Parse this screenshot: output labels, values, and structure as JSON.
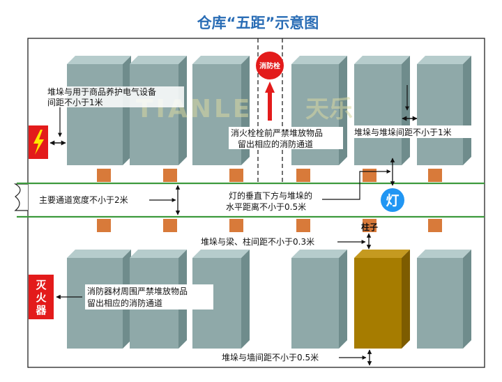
{
  "title": "仓库“五距”示意图",
  "watermark": {
    "latin": "TIANLE",
    "chinese": "天乐"
  },
  "labels": {
    "electrical_1": "堆垛与用于商品养护电气设备",
    "electrical_2": "间距不小于1米",
    "hydrant_badge": "消防栓",
    "hydrant_1": "消火栓栓前严禁堆放物品",
    "hydrant_2": "留出相应的消防通道",
    "stack_gap": "堆垛与堆垛间距不小于1米",
    "main_aisle": "主要通道宽度不小于2米",
    "lamp_1": "灯的垂直下方与堆垛的",
    "lamp_2": "水平距离不小于0.5米",
    "lamp_badge": "灯",
    "column_label": "柱子",
    "beam_gap": "堆垛与梁、柱间距不小于0.3米",
    "extinguisher_badge_1": "灭",
    "extinguisher_badge_2": "火",
    "extinguisher_badge_3": "器",
    "extinguisher_1": "消防器材周围严禁堆放物品",
    "extinguisher_2": "留出相应的消防通道",
    "wall_gap": "堆垛与墙间距不小于0.5米"
  },
  "colors": {
    "title": "#2a6db5",
    "stack_front": "#8fa9a9",
    "stack_side": "#6f8c8c",
    "stack_top": "#b6cccc",
    "column_front": "#a67c00",
    "column_side": "#7d5c00",
    "column_top": "#c59a20",
    "pillar_marker": "#d87a3a",
    "aisle_line": "#3d9a3d",
    "hydrant": "#e31b1b",
    "lamp": "#2196f3",
    "alert_box": "#e31b1b",
    "lightning": "#ffe600"
  },
  "icons": [
    "lightning-icon",
    "hydrant-icon",
    "lamp-icon",
    "fire-extinguisher-icon"
  ]
}
